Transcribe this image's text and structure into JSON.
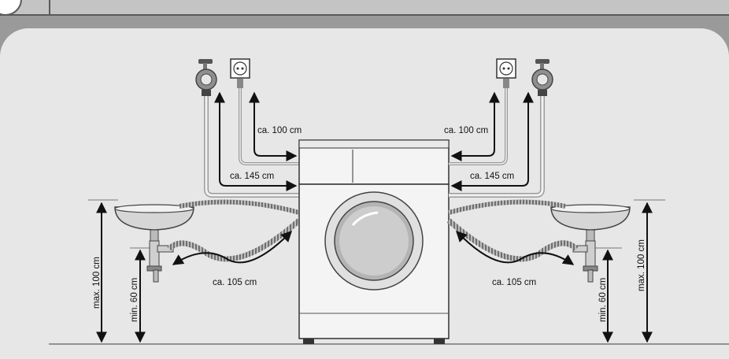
{
  "labels": {
    "left": {
      "power_cable": "ca. 100 cm",
      "inlet_hose": "ca. 145 cm",
      "drain_hose": "ca. 105 cm",
      "max_height": "max. 100 cm",
      "min_height": "min. 60 cm"
    },
    "right": {
      "power_cable": "ca. 100 cm",
      "inlet_hose": "ca. 145 cm",
      "drain_hose": "ca. 105 cm",
      "max_height": "max. 100 cm",
      "min_height": "min. 60 cm"
    }
  },
  "colors": {
    "page_background": "#e7e7e7",
    "header_bar": "#c4c4c4",
    "machine_body": "#f4f4f4",
    "hose_grey": "#9a9a9a",
    "arrow": "#111111"
  },
  "icons": [
    "water-tap-icon",
    "power-socket-icon",
    "washing-machine-icon",
    "sink-icon"
  ]
}
